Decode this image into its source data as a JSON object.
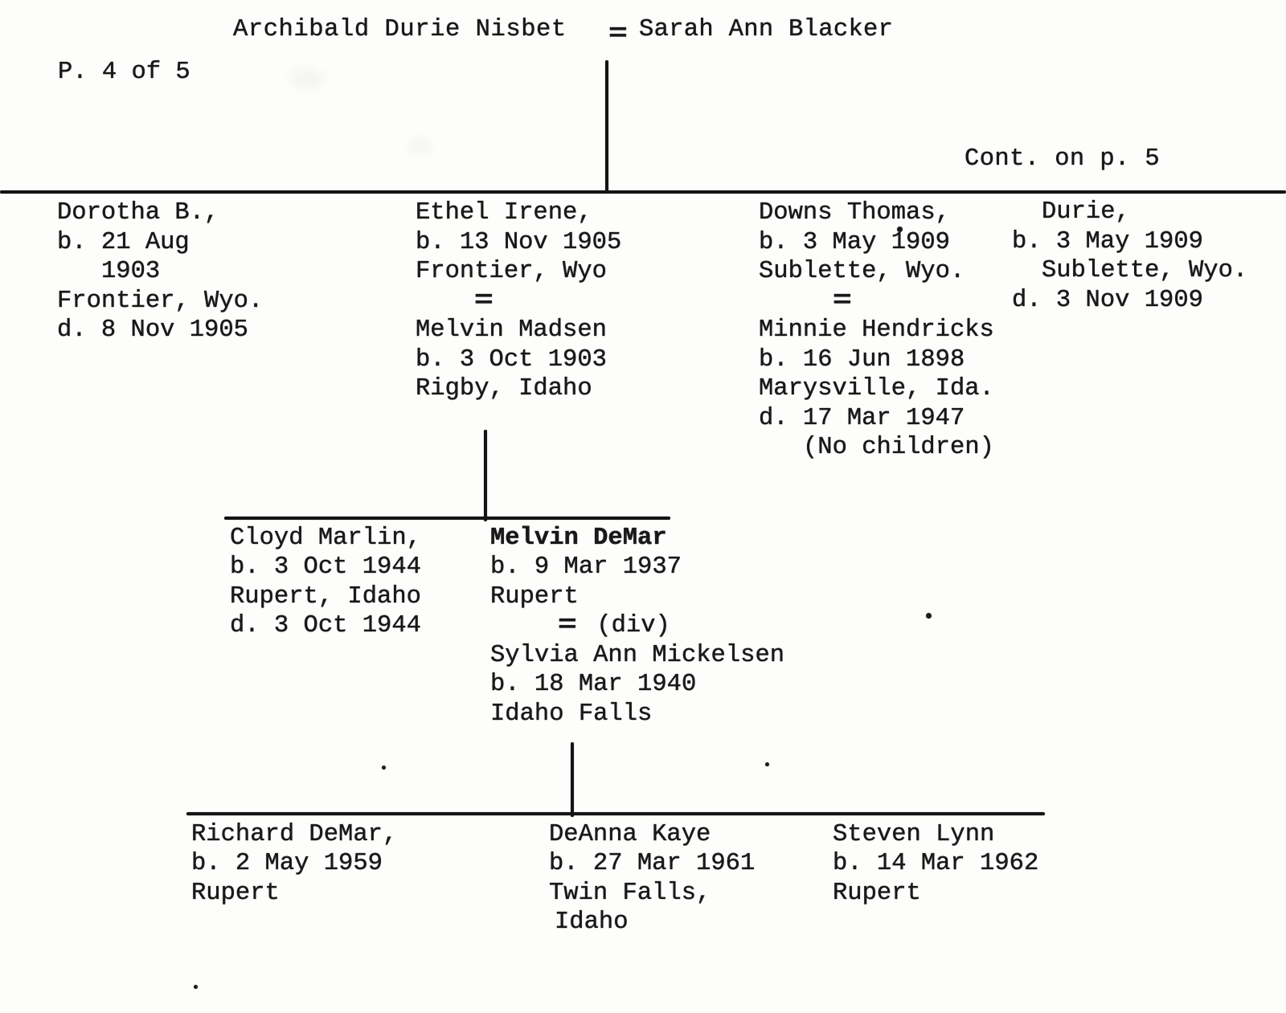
{
  "page": {
    "page_label": "P. 4 of 5",
    "continuation_label": "Cont. on p. 5"
  },
  "parents": {
    "father": "Archibald Durie Nisbet",
    "marriage_symbol": "=",
    "mother": "Sarah Ann Blacker"
  },
  "generation2": {
    "dorotha": {
      "lines": [
        "Dorotha B.,",
        "b. 21 Aug",
        "1903",
        "Frontier, Wyo.",
        "d. 8 Nov 1905"
      ]
    },
    "ethel": {
      "person_lines": [
        "Ethel Irene,",
        "b. 13 Nov 1905",
        "Frontier, Wyo"
      ],
      "marriage_symbol": "=",
      "spouse_lines": [
        "Melvin Madsen",
        "b. 3 Oct 1903",
        "Rigby, Idaho"
      ]
    },
    "downs": {
      "person_lines": [
        "Downs Thomas,",
        "b. 3 May 1909",
        "Sublette, Wyo."
      ],
      "marriage_symbol": "=",
      "spouse_lines": [
        "Minnie Hendricks",
        "b. 16 Jun 1898",
        "Marysville, Ida.",
        "d. 17 Mar 1947"
      ],
      "note": "(No children)"
    },
    "durie": {
      "lines": [
        "Durie,",
        "b. 3 May 1909",
        "Sublette, Wyo.",
        "d. 3 Nov 1909"
      ]
    }
  },
  "generation3": {
    "cloyd": {
      "lines": [
        "Cloyd Marlin,",
        "b. 3 Oct 1944",
        "Rupert, Idaho",
        "d. 3 Oct 1944"
      ]
    },
    "melvin_demar": {
      "person_lines": [
        "Melvin DeMar",
        "b. 9 Mar 1937",
        "Rupert"
      ],
      "marriage_symbol": "=",
      "divorce_note": "(div)",
      "spouse_lines": [
        "Sylvia Ann Mickelsen",
        "b. 18 Mar 1940",
        "Idaho Falls"
      ]
    }
  },
  "generation4": {
    "richard": {
      "lines": [
        "Richard DeMar,",
        "b. 2 May 1959",
        "Rupert"
      ]
    },
    "deanna": {
      "lines": [
        "DeAnna Kaye",
        "b. 27 Mar 1961",
        "Twin Falls,",
        "Idaho"
      ]
    },
    "steven": {
      "lines": [
        "Steven Lynn",
        "b. 14 Mar 1962",
        "Rupert"
      ]
    }
  }
}
